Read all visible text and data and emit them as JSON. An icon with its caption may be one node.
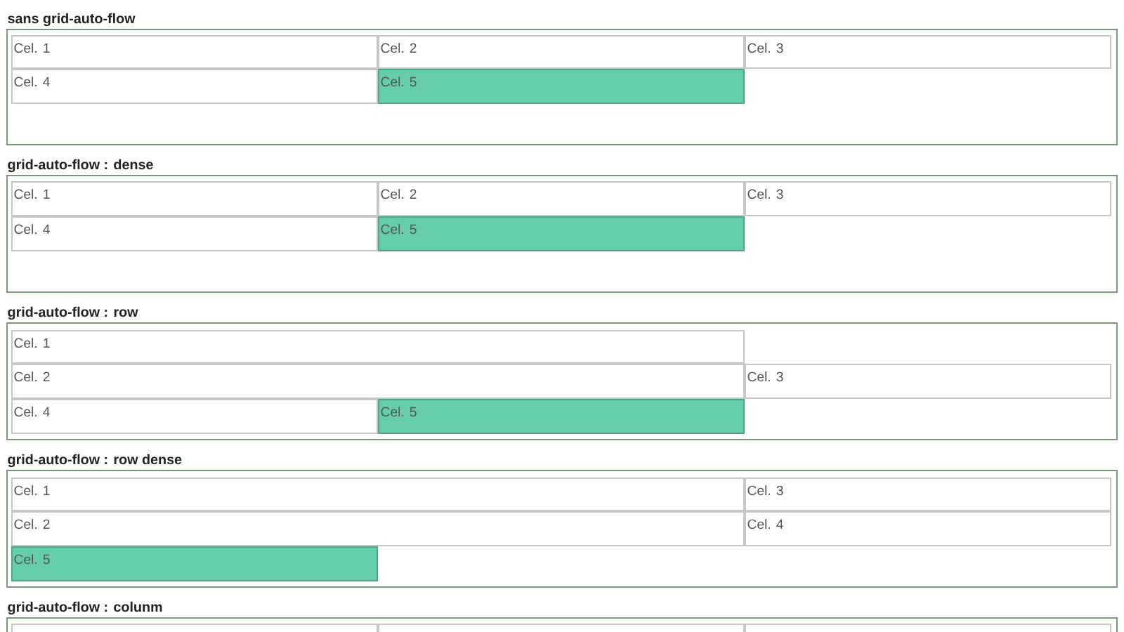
{
  "diagram": {
    "nodes": [
      {
        "text": [
          "sans grid-auto-flow"
        ]
      },
      {
        "text": [
          "Cel. 1"
        ],
        "in": 0
      },
      {
        "text": [
          "Cel. 2"
        ],
        "in": 0
      },
      {
        "text": [
          "Cel. 3"
        ],
        "in": 0
      },
      {
        "text": [
          "Cel. 4"
        ],
        "in": 0
      },
      {
        "text": [
          "Cel. 5"
        ],
        "in": 0
      },
      {
        "text": [
          "grid-auto-flow : dense"
        ]
      },
      {
        "text": [
          "Cel. 1"
        ],
        "in": 6
      },
      {
        "text": [
          "Cel. 2"
        ],
        "in": 6
      },
      {
        "text": [
          "Cel. 3"
        ],
        "in": 6
      },
      {
        "text": [
          "Cel. 4"
        ],
        "in": 6
      },
      {
        "text": [
          "Cel. 5"
        ],
        "in": 6
      },
      {
        "text": [
          "grid-auto-flow : row"
        ]
      },
      {
        "text": [
          "Cel. 1"
        ],
        "in": 12
      },
      {
        "text": [
          "Cel. 2"
        ],
        "in": 12
      },
      {
        "text": [
          "Cel. 3"
        ],
        "in": 12
      },
      {
        "text": [
          "Cel. 4"
        ],
        "in": 12
      },
      {
        "text": [
          "Cel. 5"
        ],
        "in": 12
      },
      {
        "text": [
          "grid-auto-flow : row dense"
        ]
      },
      {
        "text": [
          "Cel. 1"
        ],
        "in": 18
      },
      {
        "text": [
          "Cel. 3"
        ],
        "in": 18
      },
      {
        "text": [
          "Cel. 2"
        ],
        "in": 18
      },
      {
        "text": [
          "Cel. 4"
        ],
        "in": 18
      },
      {
        "text": [
          "Cel. 5"
        ],
        "in": 18
      },
      {
        "text": [
          "grid-auto-flow : colunm"
        ]
      },
      {
        "text": [],
        "shape": "box",
        "in": 24
      },
      {
        "text": [],
        "shape": "box",
        "in": 24
      },
      {
        "text": [],
        "shape": "box",
        "in": 24
      }
    ]
  }
}
